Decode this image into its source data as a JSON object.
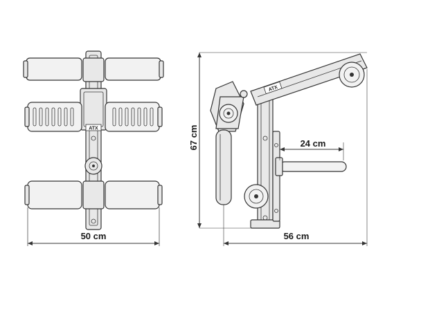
{
  "dimensions": {
    "width_front": "50 cm",
    "height": "67 cm",
    "depth": "56 cm",
    "arm_length": "24 cm"
  },
  "logo": "ATX",
  "colors": {
    "line": "#333333",
    "pad_fill": "#f2f2f2",
    "part_fill": "#e8e8e8"
  }
}
